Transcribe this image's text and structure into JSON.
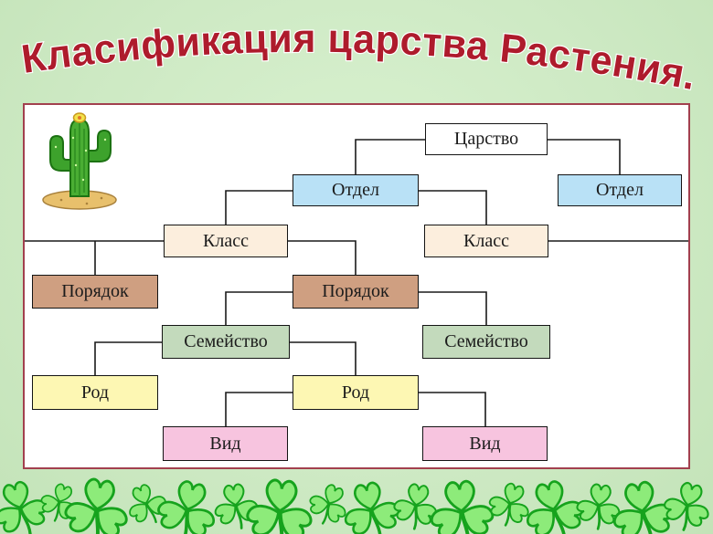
{
  "title": "Класификация царства Растения.",
  "diagram": {
    "kingdom": "Царство",
    "division_left": "Отдел",
    "division_right": "Отдел",
    "class_left": "Класс",
    "class_right": "Класс",
    "order_left": "Порядок",
    "order_center": "Порядок",
    "family_left": "Семейство",
    "family_right": "Семейство",
    "genus_left": "Род",
    "genus_center": "Род",
    "species_left": "Вид",
    "species_right": "Вид"
  },
  "icons": {
    "cactus": "cactus-illustration",
    "clover": "clover-shamrock-border"
  },
  "colors": {
    "title_text": "#ae1b2c",
    "slide_background": "#cde9c3",
    "panel_border": "#a2404e",
    "kingdom_box": "#ffffff",
    "division_box": "#b9e1f6",
    "class_box": "#fceedd",
    "order_box": "#cf9f81",
    "family_box": "#c3dabc",
    "genus_box": "#fdf7b3",
    "species_box": "#f7c4df",
    "connector_line": "#1a1a1a",
    "clover_green": "#45cc45"
  }
}
